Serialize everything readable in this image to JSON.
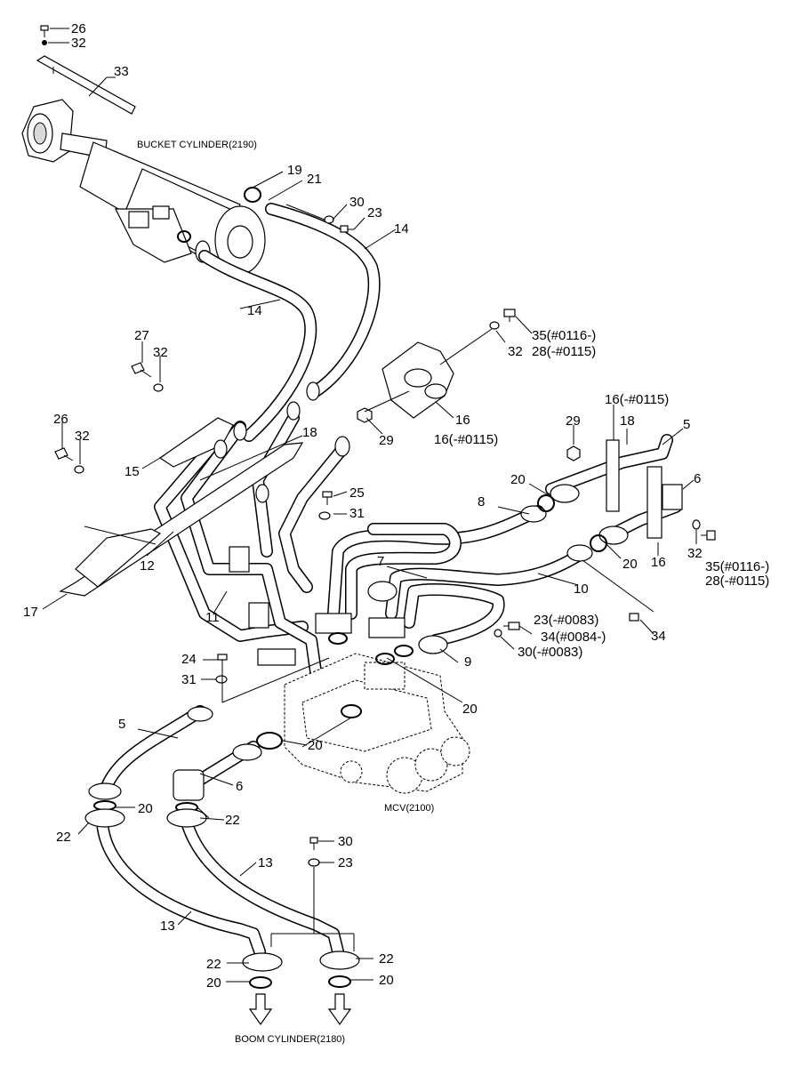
{
  "captions": {
    "bucket_cylinder": "BUCKET CYLINDER(2190)",
    "mcv": "MCV(2100)",
    "boom_cylinder": "BOOM CYLINDER(2180)"
  },
  "callouts": {
    "c26_top": "26",
    "c32_top": "32",
    "c33": "33",
    "c19": "19",
    "c21": "21",
    "c30_a": "30",
    "c23_a": "23",
    "c14_right": "14",
    "c14_left": "14",
    "c35_a": "35(#0116-)",
    "c28_a": "28(-#0115)",
    "c32_b": "32",
    "c27": "27",
    "c32_c": "32",
    "c16_a": "16",
    "c16_b": "16(-#0115)",
    "c29_a": "29",
    "c16_c": "16(-#0115)",
    "c18_right": "18",
    "c5_right": "5",
    "c29_b": "29",
    "c6_right": "6",
    "c26_mid": "26",
    "c32_mid": "32",
    "c15": "15",
    "c18_mid": "18",
    "c20_a": "20",
    "c8": "8",
    "c25": "25",
    "c31_a": "31",
    "c32_d": "32",
    "c35_b": "35(#0116-)",
    "c28_b": "28(-#0115)",
    "c16_d": "16",
    "c20_b": "20",
    "c12": "12",
    "c17": "17",
    "c7": "7",
    "c10": "10",
    "c23_b": "23(-#0083)",
    "c34_a": "34(#0084-)",
    "c34_b": "34",
    "c30_b": "30(-#0083)",
    "c11": "11",
    "c9": "9",
    "c24": "24",
    "c31_b": "31",
    "c20_c": "20",
    "c5_left": "5",
    "c20_d": "20",
    "c6_left": "6",
    "c20_e": "20",
    "c22_a": "22",
    "c22_b": "22",
    "c30_c": "30",
    "c23_c": "23",
    "c13_a": "13",
    "c13_b": "13",
    "c22_c": "22",
    "c22_d": "22",
    "c20_f": "20",
    "c20_g": "20"
  }
}
